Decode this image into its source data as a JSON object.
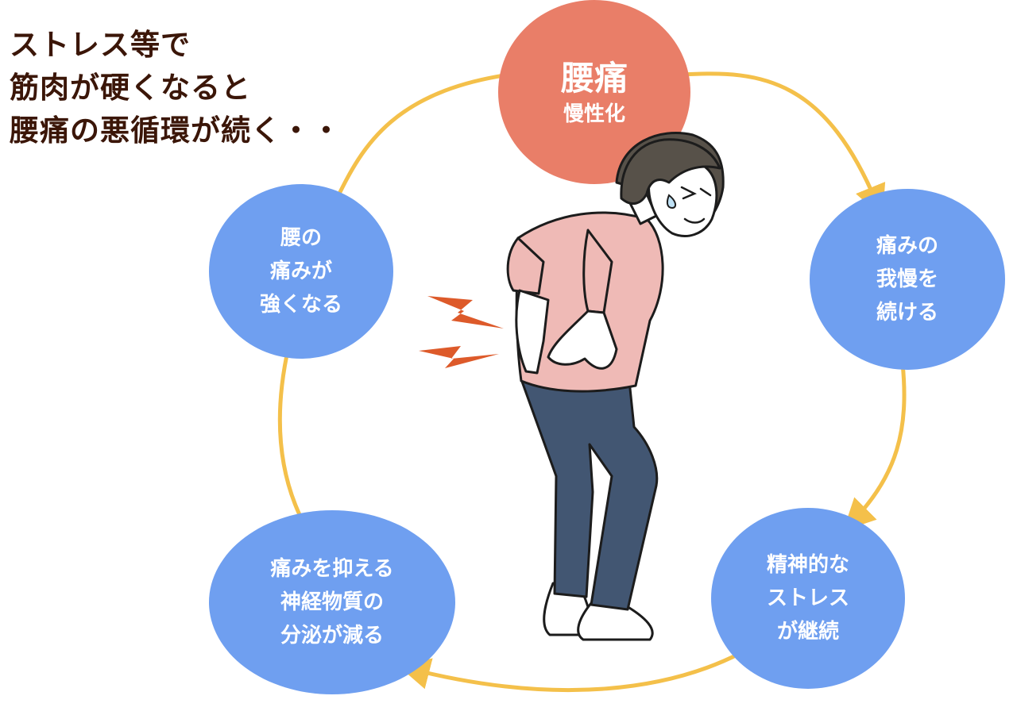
{
  "headline": {
    "lines": [
      "ストレス等で",
      "筋肉が硬くなると",
      "腰痛の悪循環が続く・・"
    ],
    "color": "#3b1608"
  },
  "cycle": {
    "center": {
      "title": "腰痛",
      "subtitle": "慢性化",
      "color": "#e97e68"
    },
    "steps": [
      {
        "lines": [
          "痛みの",
          "我慢を",
          "続ける"
        ]
      },
      {
        "lines": [
          "精神的な",
          "ストレス",
          "が継続"
        ]
      },
      {
        "lines": [
          "痛みを抑える",
          "神経物質の",
          "分泌が減る"
        ]
      },
      {
        "lines": [
          "腰の",
          "痛みが",
          "強くなる"
        ]
      }
    ],
    "node_color": "#6f9ff0",
    "arrow_color": "#f4c04a"
  },
  "illustration": {
    "subject": "woman-holding-lower-back",
    "pain_mark_color": "#dd5a2a"
  }
}
